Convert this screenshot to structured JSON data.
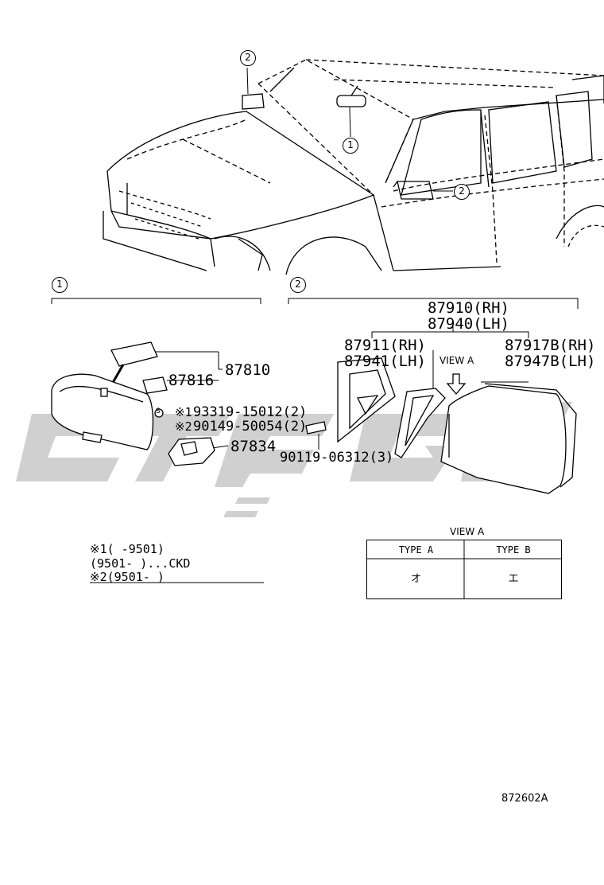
{
  "callouts": {
    "c1": "1",
    "c2": "2"
  },
  "parts": {
    "p87810": "87810",
    "p87816": "87816",
    "p87834": "87834",
    "p93319": "93319-15012(2)",
    "p90149": "90149-50054(2)",
    "p90119": "90119-06312(3)",
    "p87910": "87910(RH)",
    "p87940": "87940(LH)",
    "p87911": "87911(RH)",
    "p87941": "87941(LH)",
    "p87917": "87917B(RH)",
    "p87947": "87947B(LH)"
  },
  "marks": {
    "s_symbol": "S",
    "note1_mark": "※1",
    "note2_mark": "※2"
  },
  "view_a_label": "VIEW A",
  "notes": {
    "line1": "※1(     -9501)",
    "line2": " (9501-       )...CKD",
    "line3": "※2(9501-       )"
  },
  "view_table": {
    "title": "VIEW A",
    "headers": [
      "TYPE  A",
      "TYPE  B"
    ],
    "cells": [
      "オ",
      "エ"
    ]
  },
  "diagram_code": "872602A",
  "colors": {
    "line": "#000000",
    "watermark": "#cccccc",
    "background": "#ffffff"
  }
}
